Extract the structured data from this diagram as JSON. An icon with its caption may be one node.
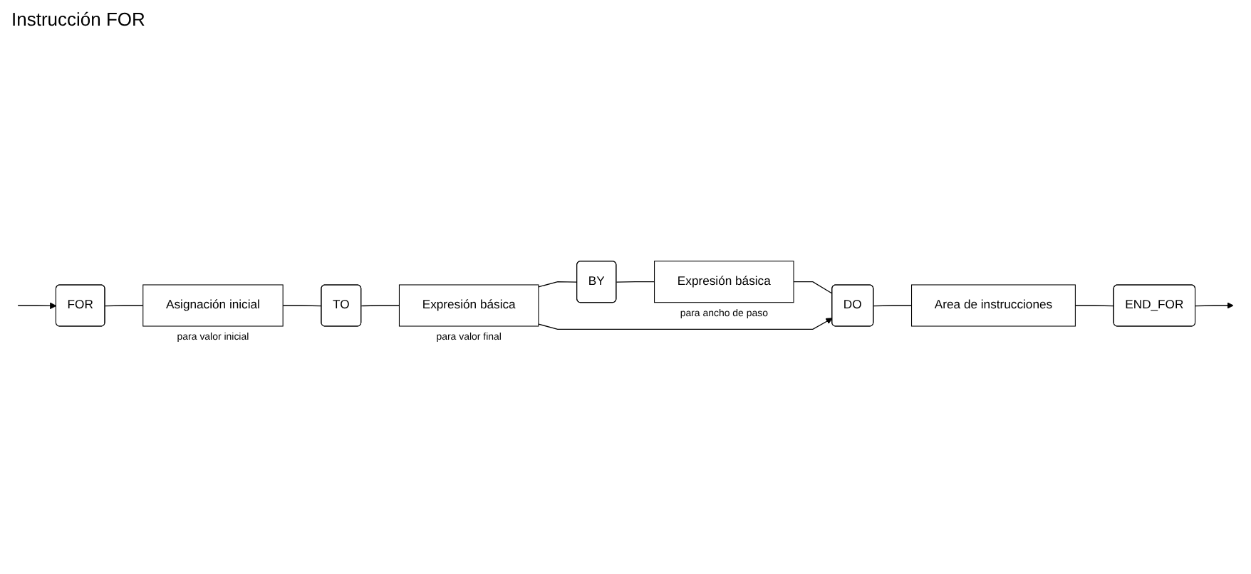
{
  "diagram": {
    "title": "Instrucción FOR",
    "nodes": [
      {
        "text": [
          "FOR"
        ]
      },
      {
        "text": [
          "Asignación inicial"
        ],
        "beside": [
          "para valor inicial"
        ]
      },
      {
        "text": [
          "TO"
        ]
      },
      {
        "text": [
          "Expresión básica"
        ],
        "beside": [
          "para valor final"
        ]
      },
      {
        "text": [
          "BY"
        ]
      },
      {
        "text": [
          "Expresión básica"
        ],
        "beside": [
          "para ancho de paso"
        ]
      },
      {
        "text": [
          "DO"
        ]
      },
      {
        "text": [
          "Area de instrucciones"
        ]
      },
      {
        "text": [
          "END_FOR"
        ]
      }
    ],
    "edges": [
      {
        "from": null,
        "to": 0,
        "arrow": "to"
      },
      {
        "from": 0,
        "to": 1,
        "arrow": "none"
      },
      {
        "from": 1,
        "to": 2,
        "arrow": "none"
      },
      {
        "from": 2,
        "to": 3,
        "arrow": "none"
      },
      {
        "from": 3,
        "to": 4,
        "arrow": "none"
      },
      {
        "from": 4,
        "to": 5,
        "arrow": "none"
      },
      {
        "from": 5,
        "to": 6,
        "arrow": "none"
      },
      {
        "from": 3,
        "to": 6,
        "arrow": "to"
      },
      {
        "from": 6,
        "to": 7,
        "arrow": "none"
      },
      {
        "from": 7,
        "to": 8,
        "arrow": "none"
      },
      {
        "from": 8,
        "to": null,
        "arrow": "to"
      }
    ]
  }
}
